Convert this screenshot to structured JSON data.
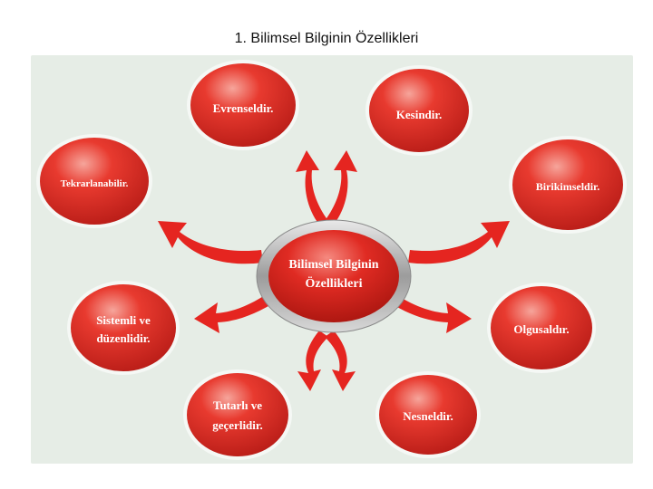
{
  "title": "1. Bilimsel Bilginin Özellikleri",
  "colors": {
    "background_panel": "#e6ede6",
    "bubble_red": "#e0322a",
    "bubble_dark": "#b81c17",
    "arrow_red": "#e52520",
    "ring_gray": "#b9b9b9"
  },
  "center": {
    "lines": [
      "Bilimsel Bilginin",
      "Özellikleri"
    ]
  },
  "bubbles": [
    {
      "id": "evrenseldir",
      "lines": [
        "Evrenseldir."
      ]
    },
    {
      "id": "kesindir",
      "lines": [
        "Kesindir."
      ]
    },
    {
      "id": "tekrarlanabilir",
      "lines": [
        "Tekrarlanabilir."
      ]
    },
    {
      "id": "birikimseldir",
      "lines": [
        "Birikimseldir."
      ]
    },
    {
      "id": "sistemli",
      "lines": [
        "Sistemli ve",
        "düzenlidir."
      ]
    },
    {
      "id": "olgusaldir",
      "lines": [
        "Olgusaldır."
      ]
    },
    {
      "id": "tutarli",
      "lines": [
        "Tutarlı ve",
        "geçerlidir."
      ]
    },
    {
      "id": "nesneldir",
      "lines": [
        "Nesneldir."
      ]
    }
  ]
}
